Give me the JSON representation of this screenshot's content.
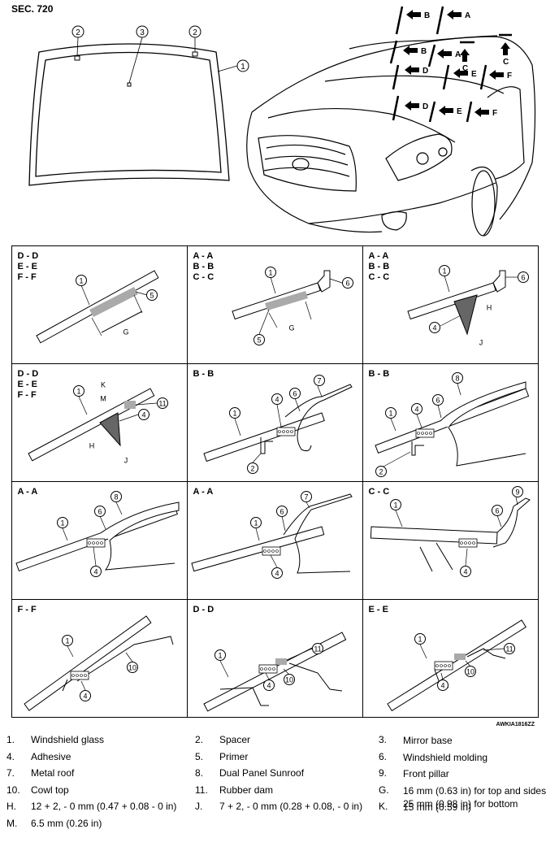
{
  "section_label": "SEC. 720",
  "figure_code": "AWKIA1816ZZ",
  "top_callouts": {
    "glass": "1",
    "spacer_left": "2",
    "mirror": "3",
    "spacer_right": "2"
  },
  "car_arrows": [
    "B",
    "A",
    "B",
    "A",
    "C",
    "C",
    "D",
    "E",
    "F",
    "D",
    "E",
    "F"
  ],
  "panels": [
    {
      "section": "D - D\nE - E\nF - F",
      "callouts": [
        "1",
        "5",
        "G"
      ]
    },
    {
      "section": "A - A\nB - B\nC - C",
      "callouts": [
        "1",
        "6",
        "5",
        "G"
      ]
    },
    {
      "section": "A - A\nB - B\nC - C",
      "callouts": [
        "1",
        "6",
        "H",
        "4",
        "J"
      ]
    },
    {
      "section": "D - D\nE - E\nF - F",
      "callouts": [
        "K",
        "M",
        "1",
        "11",
        "4",
        "H",
        "J"
      ]
    },
    {
      "section": "B - B",
      "callouts": [
        "7",
        "6",
        "4",
        "1",
        "2"
      ]
    },
    {
      "section": "B - B",
      "callouts": [
        "8",
        "6",
        "4",
        "1",
        "2"
      ]
    },
    {
      "section": "A - A",
      "callouts": [
        "8",
        "6",
        "1",
        "4"
      ]
    },
    {
      "section": "A - A",
      "callouts": [
        "7",
        "6",
        "1",
        "4"
      ]
    },
    {
      "section": "C - C",
      "callouts": [
        "9",
        "1",
        "6",
        "4"
      ]
    },
    {
      "section": "F - F",
      "callouts": [
        "1",
        "10",
        "4"
      ]
    },
    {
      "section": "D - D",
      "callouts": [
        "11",
        "1",
        "10",
        "4"
      ]
    },
    {
      "section": "E - E",
      "callouts": [
        "1",
        "11",
        "10",
        "4"
      ]
    }
  ],
  "legend": [
    [
      {
        "n": "1.",
        "t": "Windshield glass"
      },
      {
        "n": "2.",
        "t": "Spacer"
      },
      {
        "n": "3.",
        "t": "Mirror base"
      }
    ],
    [
      {
        "n": "4.",
        "t": "Adhesive"
      },
      {
        "n": "5.",
        "t": "Primer"
      },
      {
        "n": "6.",
        "t": "Windshield molding"
      }
    ],
    [
      {
        "n": "7.",
        "t": "Metal roof"
      },
      {
        "n": "8.",
        "t": "Dual Panel Sunroof"
      },
      {
        "n": "9.",
        "t": "Front pillar"
      }
    ],
    [
      {
        "n": "10.",
        "t": "Cowl top"
      },
      {
        "n": "11.",
        "t": "Rubber dam"
      },
      {
        "n": "G.",
        "t": "16 mm (0.63 in) for top and sides\n25 mm (0.98 in) for bottom"
      }
    ],
    [
      {
        "n": "H.",
        "t": "12 + 2, - 0 mm (0.47 + 0.08 - 0 in)"
      },
      {
        "n": "J.",
        "t": "7 + 2, - 0 mm (0.28 + 0.08, - 0 in)"
      },
      {
        "n": "K.",
        "t": "15 mm (0.59 in)"
      }
    ],
    [
      {
        "n": "M.",
        "t": "6.5 mm (0.26 in)"
      },
      {
        "n": "",
        "t": ""
      },
      {
        "n": "",
        "t": ""
      }
    ]
  ]
}
